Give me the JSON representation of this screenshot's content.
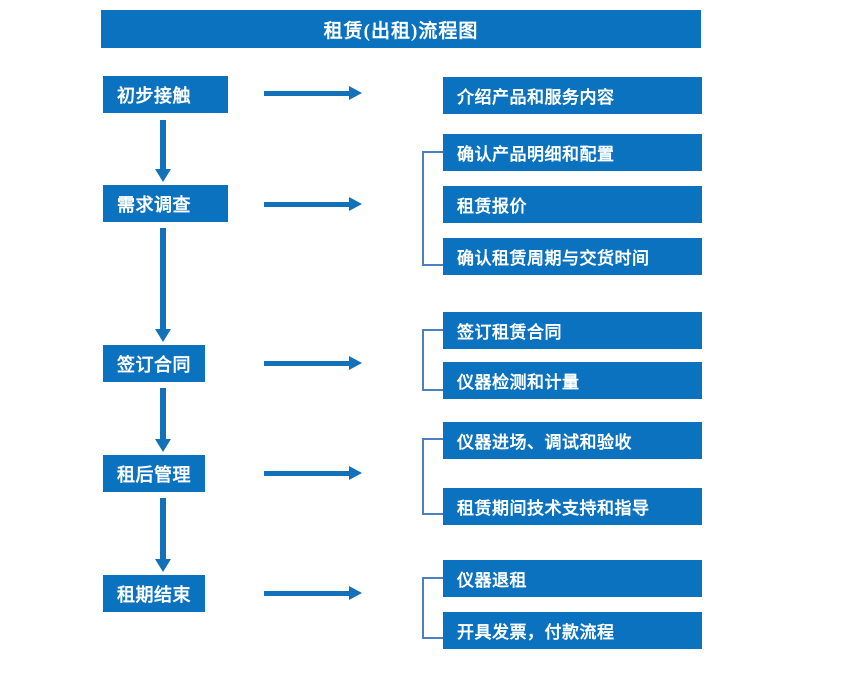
{
  "title": "租赁(出租)流程图",
  "colors": {
    "box_fill": "#0B72C0",
    "box_text": "#FFFFFF",
    "arrow": "#1271B8",
    "bracket": "#4C7FBF",
    "background": "#FFFFFF"
  },
  "stages": [
    {
      "label": "初步接触"
    },
    {
      "label": "需求调查"
    },
    {
      "label": "签订合同"
    },
    {
      "label": "租后管理"
    },
    {
      "label": "租期结束"
    }
  ],
  "details": [
    {
      "label": "介绍产品和服务内容"
    },
    {
      "label": "确认产品明细和配置"
    },
    {
      "label": "租赁报价"
    },
    {
      "label": "确认租赁周期与交货时间"
    },
    {
      "label": "签订租赁合同"
    },
    {
      "label": "仪器检测和计量"
    },
    {
      "label": "仪器进场、调试和验收"
    },
    {
      "label": "租赁期间技术支持和指导"
    },
    {
      "label": "仪器退租"
    },
    {
      "label": "开具发票，付款流程"
    }
  ],
  "groups": [
    {
      "stage": "初步接触",
      "details": [
        "介绍产品和服务内容"
      ],
      "bracketed": false
    },
    {
      "stage": "需求调查",
      "details": [
        "确认产品明细和配置",
        "租赁报价",
        "确认租赁周期与交货时间"
      ],
      "bracketed": true
    },
    {
      "stage": "签订合同",
      "details": [
        "签订租赁合同",
        "仪器检测和计量"
      ],
      "bracketed": true
    },
    {
      "stage": "租后管理",
      "details": [
        "仪器进场、调试和验收",
        "租赁期间技术支持和指导"
      ],
      "bracketed": true
    },
    {
      "stage": "租期结束",
      "details": [
        "仪器退租",
        "开具发票，付款流程"
      ],
      "bracketed": true
    }
  ],
  "flow_arrows": {
    "vertical_count": 4,
    "horizontal_count": 5
  }
}
